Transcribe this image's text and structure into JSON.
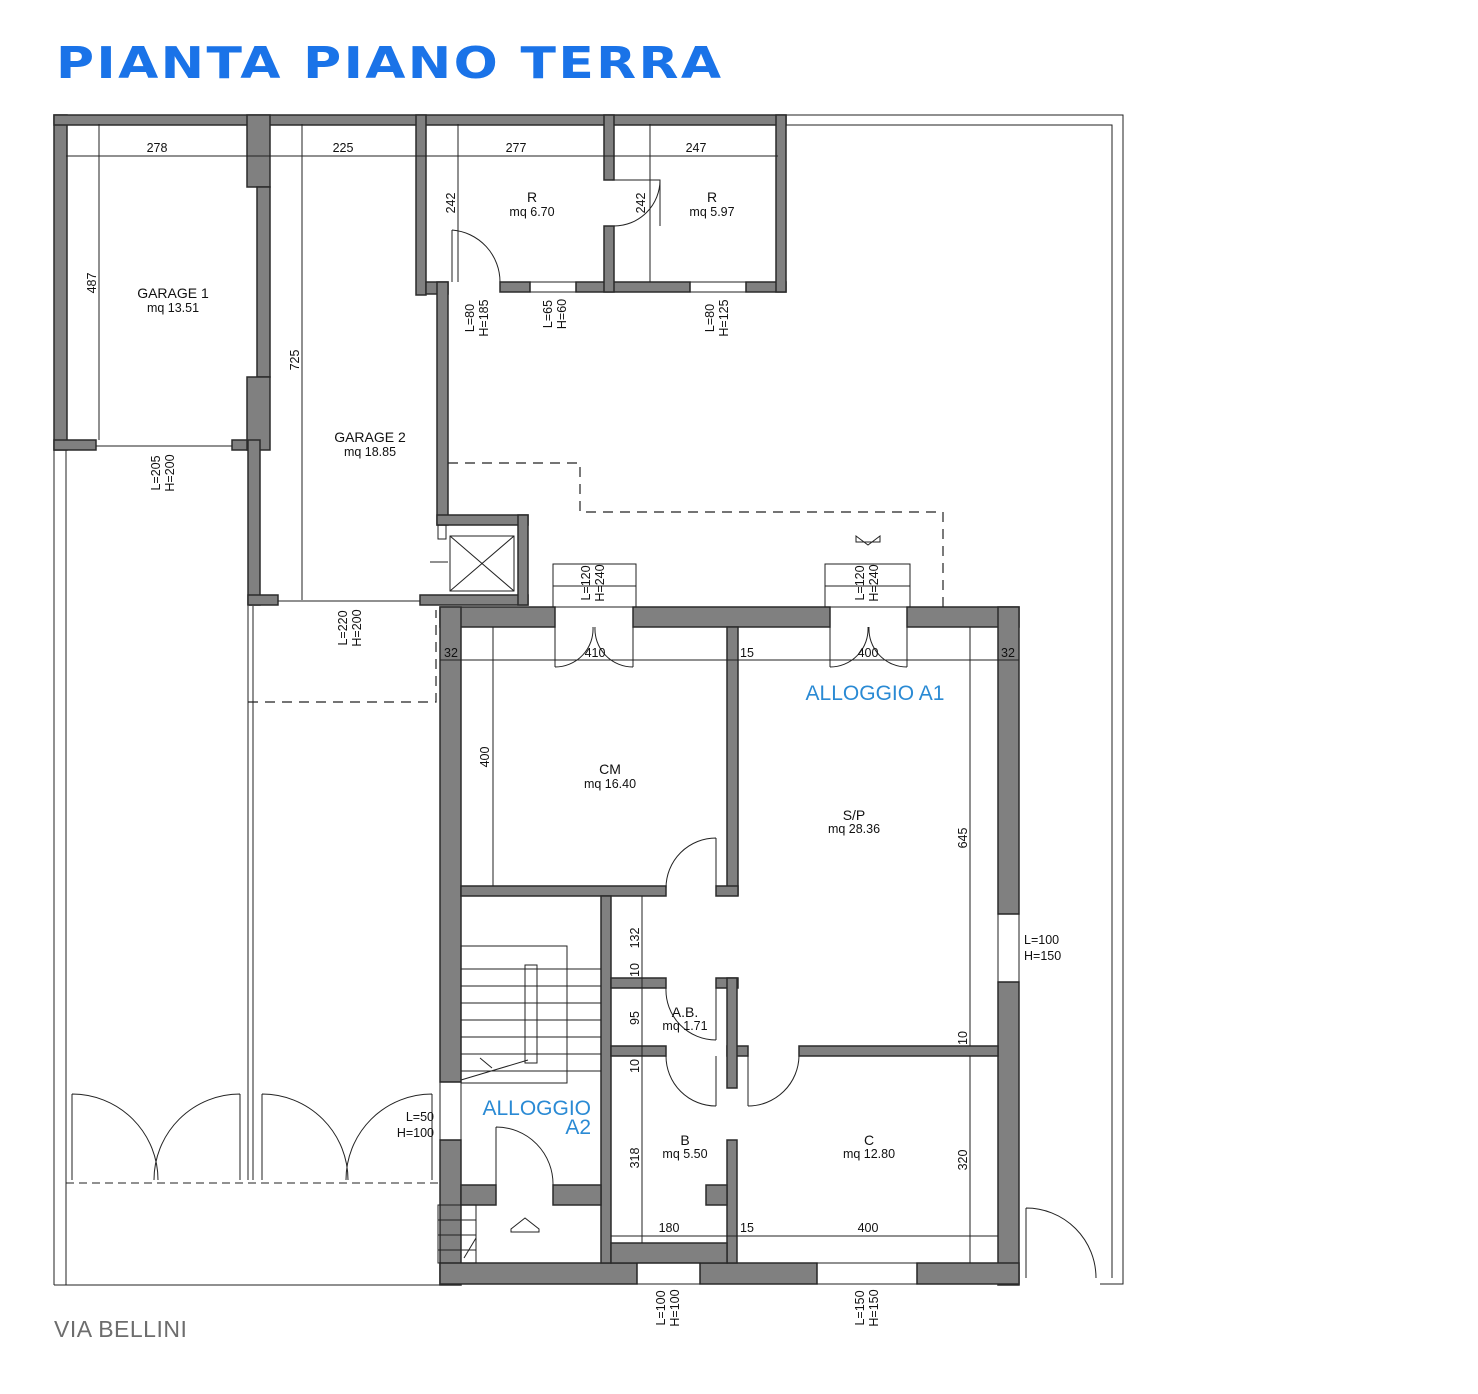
{
  "title": "PIANTA PIANO TERRA",
  "street": "VIA BELLINI",
  "colors": {
    "title": "#1a73e8",
    "zone_label": "#2a8ad4",
    "wall": "#808080"
  },
  "rooms": {
    "garage1": {
      "name": "GARAGE 1",
      "area": "mq 13.51"
    },
    "garage2": {
      "name": "GARAGE 2",
      "area": "mq 18.85"
    },
    "r1": {
      "name": "R",
      "area": "mq 6.70"
    },
    "r2": {
      "name": "R",
      "area": "mq 5.97"
    },
    "cm": {
      "name": "CM",
      "area": "mq  16.40"
    },
    "sp": {
      "name": "S/P",
      "area": "mq 28.36"
    },
    "ab": {
      "name": "A.B.",
      "area": "mq 1.71"
    },
    "b": {
      "name": "B",
      "area": "mq 5.50"
    },
    "c": {
      "name": "C",
      "area": "mq 12.80"
    }
  },
  "zones": {
    "a1": "ALLOGGIO A1",
    "a2_line1": "ALLOGGIO",
    "a2_line2": "A2"
  },
  "dimensions": {
    "d278": "278",
    "d225": "225",
    "d277": "277",
    "d247": "247",
    "d242a": "242",
    "d242b": "242",
    "d487": "487",
    "d725": "725",
    "d32a": "32",
    "d410": "410",
    "d15a": "15",
    "d400a": "400",
    "d32b": "32",
    "d400b": "400",
    "d645": "645",
    "d132": "132",
    "d10a": "10",
    "d95": "95",
    "d10b": "10",
    "d318": "318",
    "d10c": "10",
    "d320": "320",
    "d180": "180",
    "d15b": "15",
    "d400c": "400"
  },
  "openings": {
    "o1_l": "L=80",
    "o1_h": "H=185",
    "o2_l": "L=65",
    "o2_h": "H=60",
    "o3_l": "L=80",
    "o3_h": "H=125",
    "o4_l": "L=205",
    "o4_h": "H=200",
    "o5_l": "L=220",
    "o5_h": "H=200",
    "o6_l": "L=120",
    "o6_h": "H=240",
    "o7_l": "L=120",
    "o7_h": "H=240",
    "o8_l": "L=100",
    "o8_h": "H=150",
    "o9_l": "L=50",
    "o9_h": "H=100",
    "o10_l": "L=100",
    "o10_h": "H=100",
    "o11_l": "L=150",
    "o11_h": "H=150"
  }
}
